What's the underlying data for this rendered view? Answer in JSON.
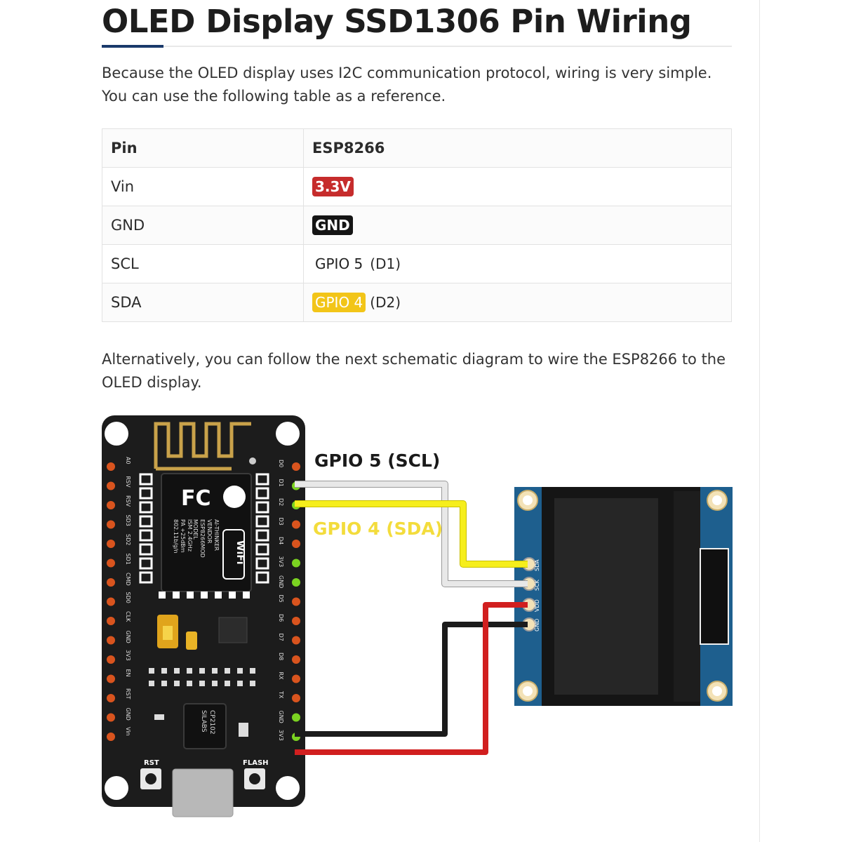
{
  "title": "OLED Display SSD1306 Pin Wiring",
  "intro": "Because the OLED display uses I2C communication protocol, wiring is very simple. You can use the following table as a reference.",
  "table": {
    "headers": [
      "Pin",
      "ESP8266"
    ],
    "rows": [
      {
        "pin": "Vin",
        "esp": "3.3V",
        "note": "",
        "tag_color": "#c62c2c"
      },
      {
        "pin": "GND",
        "esp": "GND",
        "note": "",
        "tag_color": "#151515"
      },
      {
        "pin": "SCL",
        "esp": "GPIO 5",
        "note": "(D1)",
        "tag_color": "none"
      },
      {
        "pin": "SDA",
        "esp": "GPIO 4",
        "note": "(D2)",
        "tag_color": "#f2c518"
      }
    ]
  },
  "outro": "Alternatively, you can follow the next schematic diagram to wire the ESP8266 to the OLED display.",
  "diagram": {
    "scl_label": "GPIO 5 (SCL)",
    "sda_label": "GPIO 4 (SDA)",
    "board": {
      "module_text": [
        "MODEL",
        "ESP8266MOD",
        "VENDOR",
        "AI-THINKER",
        "ISM 2.4GHz",
        "PA +25dBm",
        "802.11b/g/n"
      ],
      "wifi_text": "WiFi",
      "fc_text": "FC",
      "chip_text": [
        "SILABS",
        "CP2102"
      ],
      "rst_label": "RST",
      "flash_label": "FLASH",
      "left_pins": [
        "A0",
        "RSV",
        "RSV",
        "SD3",
        "SD2",
        "SD1",
        "CMD",
        "SD0",
        "CLK",
        "GND",
        "3V3",
        "EN",
        "RST",
        "GND",
        "Vin"
      ],
      "right_pins": [
        "D0",
        "D1",
        "D2",
        "D3",
        "D4",
        "3V3",
        "GND",
        "D5",
        "D6",
        "D7",
        "D8",
        "RX",
        "TX",
        "GND",
        "3V3"
      ]
    },
    "oled_pins": [
      "SDA",
      "SCK",
      "VDD",
      "GND"
    ],
    "wire_colors": {
      "scl": "#e8e8e8",
      "sda": "#f6ee1c",
      "vcc": "#d11f1f",
      "gnd": "#1b1b1b"
    }
  }
}
